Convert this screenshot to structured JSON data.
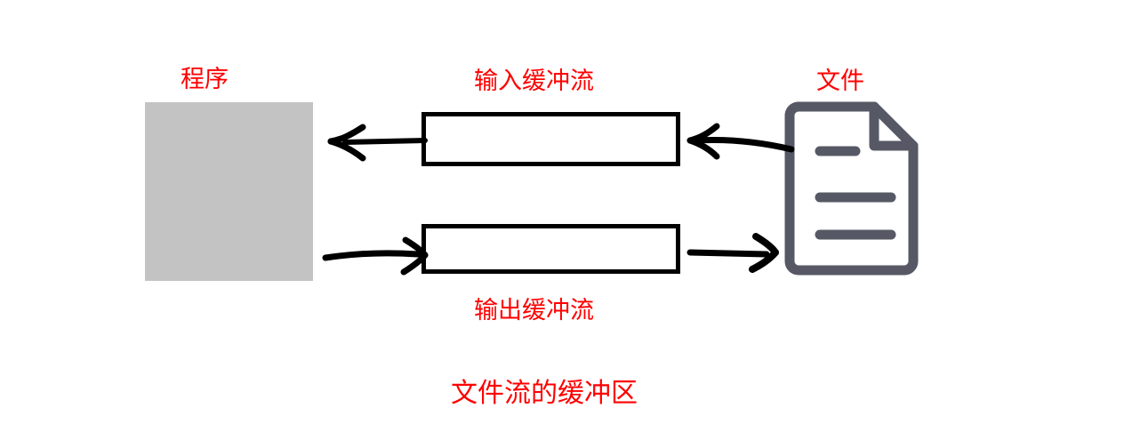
{
  "diagram": {
    "title": "文件流的缓冲区",
    "caption": "文件流的缓冲区",
    "background_color": "#ffffff",
    "label_color": "#ff0000",
    "stroke_color": "#000000",
    "file_icon_color": "#565965",
    "program_fill_color": "#c3c3c3"
  },
  "nodes": {
    "program": {
      "label": "程序",
      "shape": "rectangle",
      "fill": "#c3c3c3"
    },
    "input_buffer": {
      "label": "输入缓冲流",
      "shape": "rectangle",
      "fill": "#ffffff",
      "stroke": "#000000"
    },
    "output_buffer": {
      "label": "输出缓冲流",
      "shape": "rectangle",
      "fill": "#ffffff",
      "stroke": "#000000"
    },
    "file": {
      "label": "文件",
      "shape": "document-icon",
      "icon_name": "file-document-icon",
      "stroke": "#565965",
      "line_count": 3
    }
  },
  "edges": [
    {
      "id": "file-to-input-buffer",
      "from": "file",
      "to": "input_buffer",
      "direction": "left",
      "icon_name": "arrow-left-icon"
    },
    {
      "id": "input-buffer-to-program",
      "from": "input_buffer",
      "to": "program",
      "direction": "left",
      "icon_name": "arrow-left-icon"
    },
    {
      "id": "program-to-output-buffer",
      "from": "program",
      "to": "output_buffer",
      "direction": "right",
      "icon_name": "arrow-right-icon"
    },
    {
      "id": "output-buffer-to-file",
      "from": "output_buffer",
      "to": "file",
      "direction": "right",
      "icon_name": "arrow-right-icon"
    }
  ]
}
